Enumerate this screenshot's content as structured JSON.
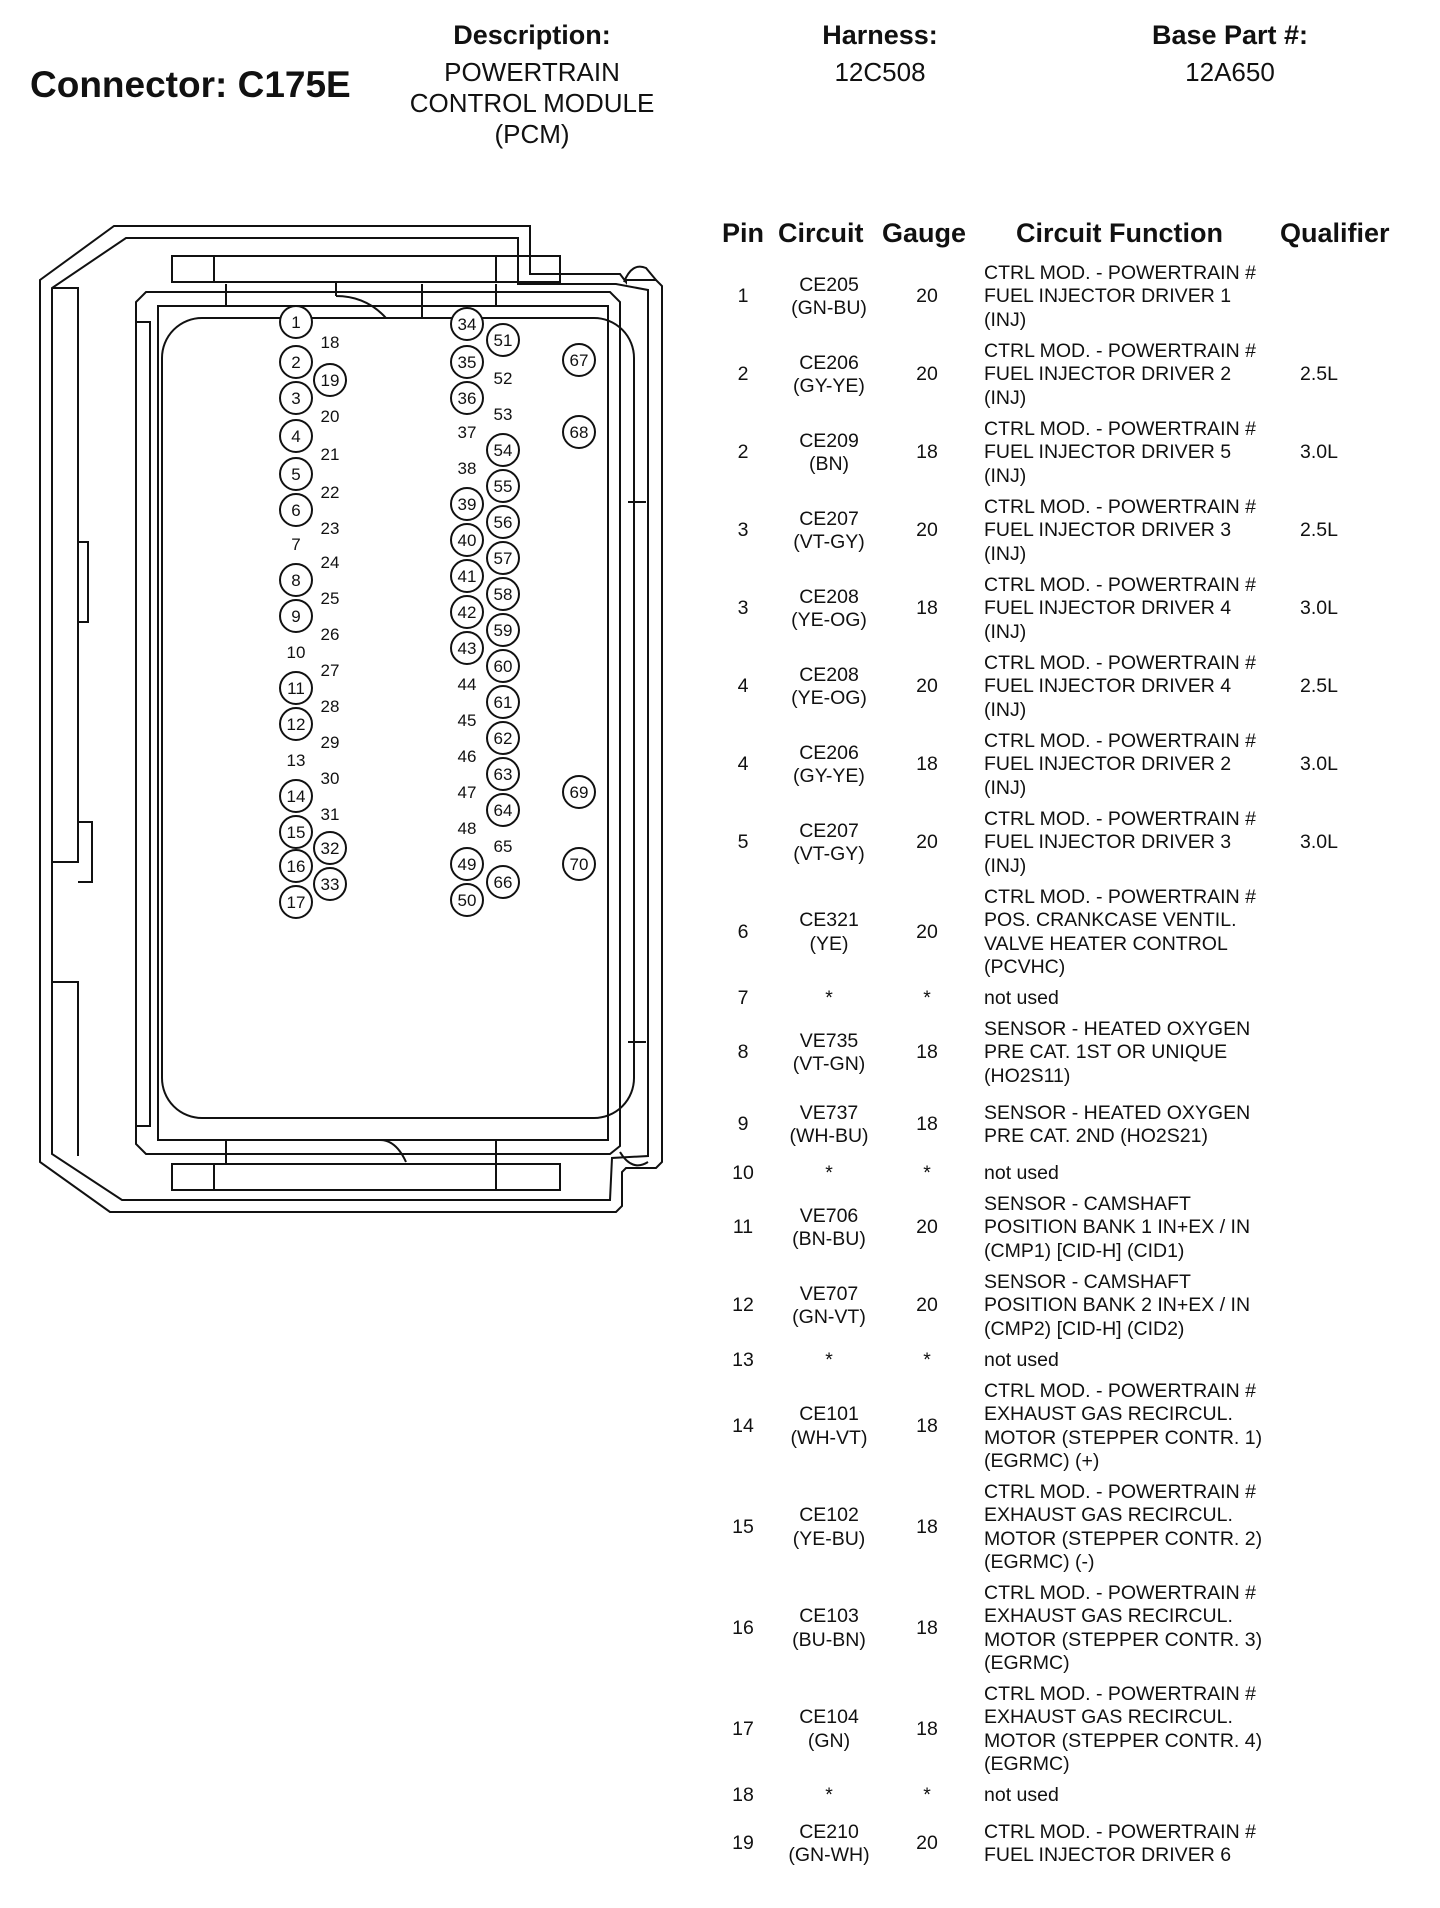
{
  "header": {
    "connector_title": "Connector: C175E",
    "description_label": "Description:",
    "description_lines": [
      "POWERTRAIN",
      "CONTROL MODULE",
      "(PCM)"
    ],
    "harness_label": "Harness:",
    "harness_value": "12C508",
    "base_part_label": "Base Part #:",
    "base_part_value": "12A650"
  },
  "table": {
    "columns": [
      "Pin",
      "Circuit",
      "Gauge",
      "Circuit Function",
      "Qualifier"
    ],
    "rows": [
      {
        "pin": "1",
        "circuit": [
          "CE205",
          "(GN-BU)"
        ],
        "gauge": "20",
        "function": [
          "CTRL MOD. - POWERTRAIN #",
          "FUEL INJECTOR DRIVER 1",
          "(INJ)"
        ],
        "qualifier": ""
      },
      {
        "pin": "2",
        "circuit": [
          "CE206",
          "(GY-YE)"
        ],
        "gauge": "20",
        "function": [
          "CTRL MOD. - POWERTRAIN #",
          "FUEL INJECTOR DRIVER 2",
          "(INJ)"
        ],
        "qualifier": "2.5L"
      },
      {
        "pin": "2",
        "circuit": [
          "CE209",
          "(BN)"
        ],
        "gauge": "18",
        "function": [
          "CTRL MOD. - POWERTRAIN #",
          "FUEL INJECTOR DRIVER 5",
          "(INJ)"
        ],
        "qualifier": "3.0L"
      },
      {
        "pin": "3",
        "circuit": [
          "CE207",
          "(VT-GY)"
        ],
        "gauge": "20",
        "function": [
          "CTRL MOD. - POWERTRAIN #",
          "FUEL INJECTOR DRIVER 3",
          "(INJ)"
        ],
        "qualifier": "2.5L"
      },
      {
        "pin": "3",
        "circuit": [
          "CE208",
          "(YE-OG)"
        ],
        "gauge": "18",
        "function": [
          "CTRL MOD. - POWERTRAIN #",
          "FUEL INJECTOR DRIVER 4",
          "(INJ)"
        ],
        "qualifier": "3.0L"
      },
      {
        "pin": "4",
        "circuit": [
          "CE208",
          "(YE-OG)"
        ],
        "gauge": "20",
        "function": [
          "CTRL MOD. - POWERTRAIN #",
          "FUEL INJECTOR DRIVER 4",
          "(INJ)"
        ],
        "qualifier": "2.5L"
      },
      {
        "pin": "4",
        "circuit": [
          "CE206",
          "(GY-YE)"
        ],
        "gauge": "18",
        "function": [
          "CTRL MOD. - POWERTRAIN #",
          "FUEL INJECTOR DRIVER 2",
          "(INJ)"
        ],
        "qualifier": "3.0L"
      },
      {
        "pin": "5",
        "circuit": [
          "CE207",
          "(VT-GY)"
        ],
        "gauge": "20",
        "function": [
          "CTRL MOD. - POWERTRAIN #",
          "FUEL INJECTOR DRIVER 3",
          "(INJ)"
        ],
        "qualifier": "3.0L"
      },
      {
        "pin": "6",
        "circuit": [
          "CE321",
          "(YE)"
        ],
        "gauge": "20",
        "function": [
          "CTRL MOD. - POWERTRAIN #",
          "POS. CRANKCASE VENTIL.",
          "VALVE HEATER CONTROL",
          "(PCVHC)"
        ],
        "qualifier": ""
      },
      {
        "pin": "7",
        "circuit": [
          "*"
        ],
        "gauge": "*",
        "function": [
          "not used"
        ],
        "qualifier": ""
      },
      {
        "pin": "8",
        "circuit": [
          "VE735",
          "(VT-GN)"
        ],
        "gauge": "18",
        "function": [
          "SENSOR - HEATED OXYGEN",
          "PRE CAT. 1ST OR UNIQUE",
          "(HO2S11)"
        ],
        "qualifier": ""
      },
      {
        "pin": "9",
        "circuit": [
          "VE737",
          "(WH-BU)"
        ],
        "gauge": "18",
        "function": [
          "SENSOR - HEATED OXYGEN",
          "PRE CAT. 2ND (HO2S21)"
        ],
        "qualifier": ""
      },
      {
        "pin": "10",
        "circuit": [
          "*"
        ],
        "gauge": "*",
        "function": [
          "not used"
        ],
        "qualifier": ""
      },
      {
        "pin": "11",
        "circuit": [
          "VE706",
          "(BN-BU)"
        ],
        "gauge": "20",
        "function": [
          "SENSOR - CAMSHAFT",
          "POSITION BANK 1 IN+EX / IN",
          "(CMP1) [CID-H] (CID1)"
        ],
        "qualifier": ""
      },
      {
        "pin": "12",
        "circuit": [
          "VE707",
          "(GN-VT)"
        ],
        "gauge": "20",
        "function": [
          "SENSOR - CAMSHAFT",
          "POSITION BANK 2 IN+EX / IN",
          "(CMP2) [CID-H] (CID2)"
        ],
        "qualifier": ""
      },
      {
        "pin": "13",
        "circuit": [
          "*"
        ],
        "gauge": "*",
        "function": [
          "not used"
        ],
        "qualifier": ""
      },
      {
        "pin": "14",
        "circuit": [
          "CE101",
          "(WH-VT)"
        ],
        "gauge": "18",
        "function": [
          "CTRL MOD. - POWERTRAIN #",
          "EXHAUST GAS RECIRCUL.",
          "MOTOR (STEPPER CONTR. 1)",
          "(EGRMC) (+)"
        ],
        "qualifier": ""
      },
      {
        "pin": "15",
        "circuit": [
          "CE102",
          "(YE-BU)"
        ],
        "gauge": "18",
        "function": [
          "CTRL MOD. - POWERTRAIN #",
          "EXHAUST GAS RECIRCUL.",
          "MOTOR (STEPPER CONTR. 2)",
          "(EGRMC) (-)"
        ],
        "qualifier": ""
      },
      {
        "pin": "16",
        "circuit": [
          "CE103",
          "(BU-BN)"
        ],
        "gauge": "18",
        "function": [
          "CTRL MOD. - POWERTRAIN #",
          "EXHAUST GAS RECIRCUL.",
          "MOTOR (STEPPER CONTR. 3)",
          "(EGRMC)"
        ],
        "qualifier": ""
      },
      {
        "pin": "17",
        "circuit": [
          "CE104",
          "(GN)"
        ],
        "gauge": "18",
        "function": [
          "CTRL MOD. - POWERTRAIN #",
          "EXHAUST GAS RECIRCUL.",
          "MOTOR (STEPPER CONTR. 4)",
          "(EGRMC)"
        ],
        "qualifier": ""
      },
      {
        "pin": "18",
        "circuit": [
          "*"
        ],
        "gauge": "*",
        "function": [
          "not used"
        ],
        "qualifier": ""
      },
      {
        "pin": "19",
        "circuit": [
          "CE210",
          "(GN-WH)"
        ],
        "gauge": "20",
        "function": [
          "CTRL MOD. - POWERTRAIN #",
          "FUEL INJECTOR DRIVER 6"
        ],
        "qualifier": ""
      }
    ]
  },
  "diagram": {
    "circled_pins": [
      "1",
      "2",
      "3",
      "4",
      "5",
      "6",
      "8",
      "9",
      "11",
      "12",
      "14",
      "15",
      "16",
      "17",
      "19",
      "32",
      "33",
      "34",
      "35",
      "36",
      "39",
      "40",
      "41",
      "42",
      "43",
      "49",
      "50",
      "51",
      "54",
      "55",
      "56",
      "57",
      "58",
      "59",
      "60",
      "61",
      "62",
      "63",
      "64",
      "66",
      "67",
      "68",
      "69",
      "70"
    ],
    "plain_pins": [
      "7",
      "10",
      "13",
      "18",
      "20",
      "21",
      "22",
      "23",
      "24",
      "25",
      "26",
      "27",
      "28",
      "29",
      "30",
      "31",
      "37",
      "38",
      "44",
      "45",
      "46",
      "47",
      "48",
      "52",
      "53",
      "65"
    ]
  }
}
